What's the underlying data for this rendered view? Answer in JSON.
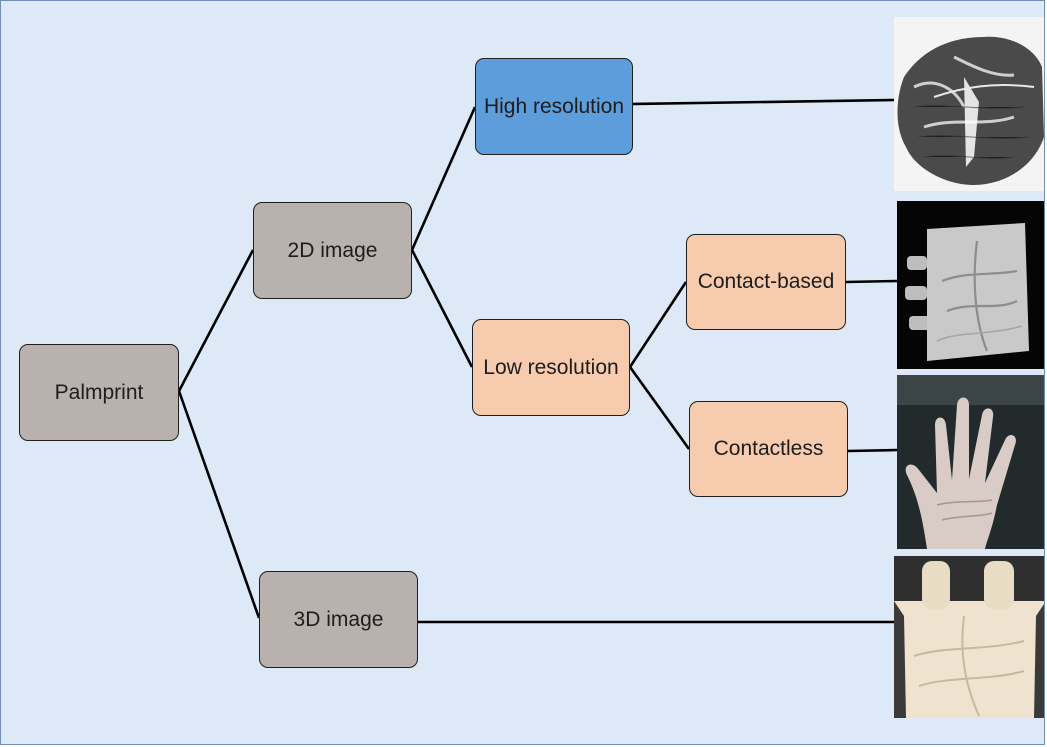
{
  "nodes": {
    "palmprint": "Palmprint",
    "image_2d": "2D image",
    "image_3d": "3D image",
    "high_res": "High resolution",
    "low_res": "Low resolution",
    "contact_based": "Contact-based",
    "contactless": "Contactless"
  },
  "colors": {
    "background": "#dde9f6",
    "gray_node": "#b8b1ae",
    "peach_node": "#f7cbae",
    "blue_node": "#5d9ddb"
  },
  "images": [
    "high-resolution-palmprint-sample",
    "contact-based-palmprint-sample",
    "contactless-palmprint-sample",
    "3d-palmprint-sample"
  ]
}
